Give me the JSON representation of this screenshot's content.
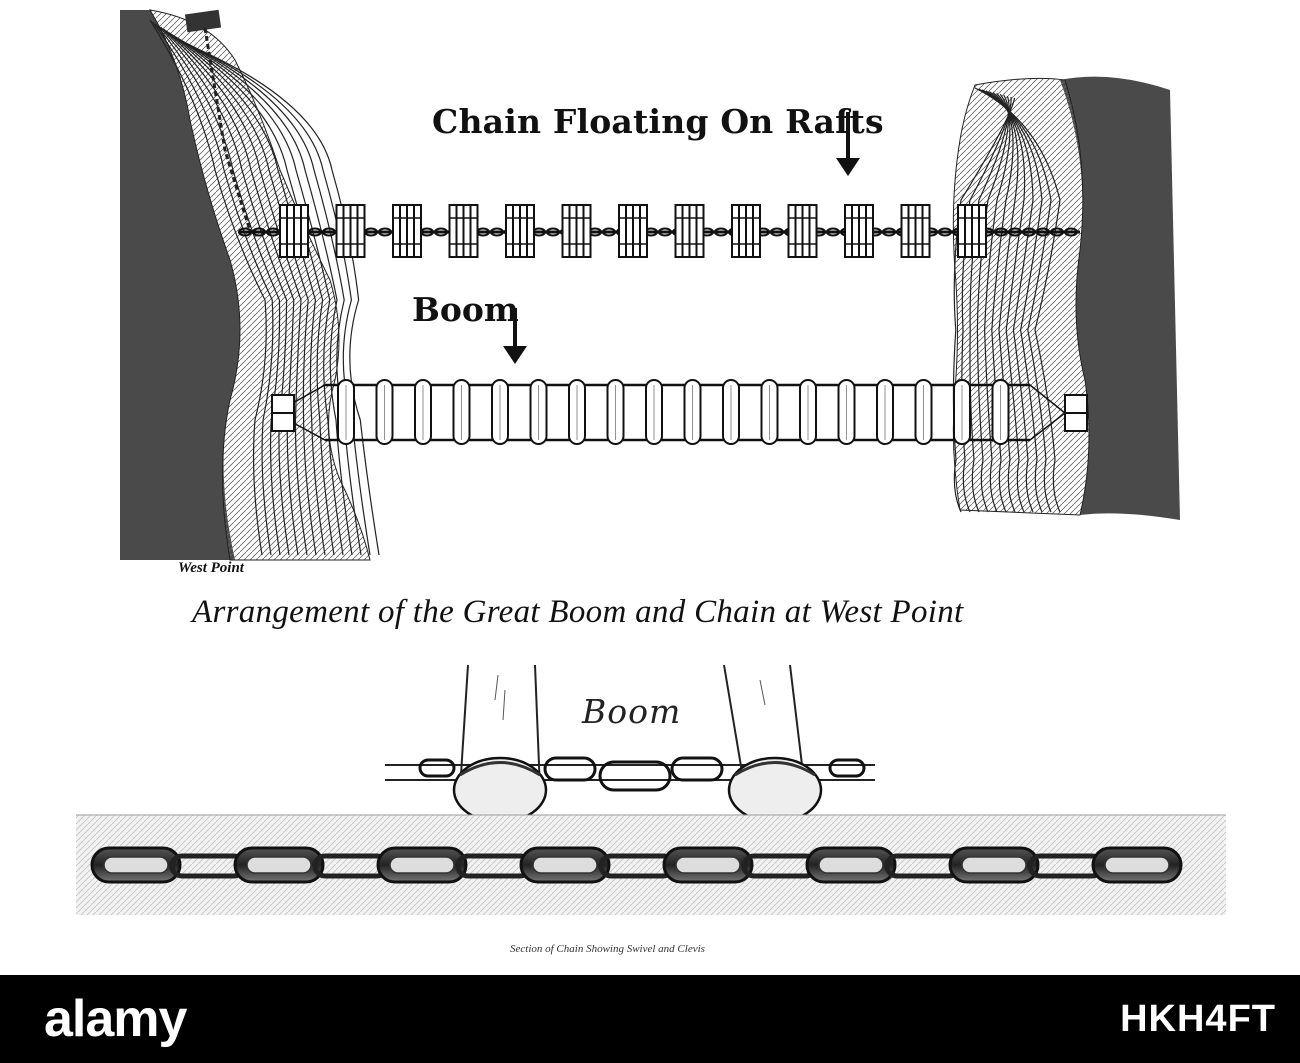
{
  "labels": {
    "chain_rafts": "Chain Floating On Rafts",
    "boom": "Boom",
    "west_point": "West Point",
    "title": "Arrangement of the Great Boom and Chain at West Point",
    "boom_detail": "Boom",
    "caption": "Section of Chain Showing Swivel and Clevis"
  },
  "footer": {
    "logo": "alamy",
    "image_id": "HKH4FT"
  },
  "counts": {
    "rafts": 13,
    "boom_logs": 18,
    "chain_section_links": 8
  },
  "colors": {
    "ink": "#111111",
    "paper": "#ffffff",
    "footer_bg": "#000000",
    "footer_text": "#ffffff"
  }
}
